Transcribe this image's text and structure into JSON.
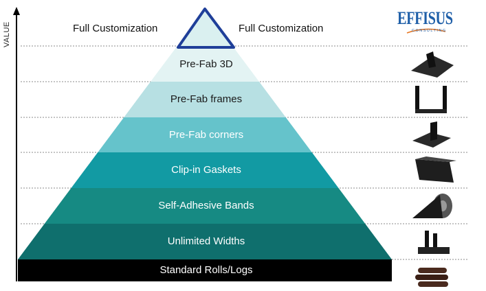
{
  "axis": {
    "label": "VALUE"
  },
  "header": {
    "left_label": "Full Customization",
    "right_label": "Full Customization"
  },
  "logo": {
    "main": "EFFISUS",
    "sub": "CONSULTING"
  },
  "tiers": [
    {
      "label": "Pre-Fab 3D",
      "color": "#e3f3f3",
      "text_color": "#1a1a1a",
      "thumb": "3d-corner-icon"
    },
    {
      "label": "Pre-Fab frames",
      "color": "#b7e0e3",
      "text_color": "#1a1a1a",
      "thumb": "frame-icon"
    },
    {
      "label": "Pre-Fab corners",
      "color": "#65c3cb",
      "text_color": "#ffffff",
      "thumb": "corner-icon"
    },
    {
      "label": "Clip-in Gaskets",
      "color": "#129aa3",
      "text_color": "#ffffff",
      "thumb": "gasket-icon"
    },
    {
      "label": "Self-Adhesive Bands",
      "color": "#168a83",
      "text_color": "#ffffff",
      "thumb": "band-roll-icon"
    },
    {
      "label": "Unlimited Widths",
      "color": "#0f6f6d",
      "text_color": "#ffffff",
      "thumb": "width-rolls-icon"
    },
    {
      "label": "Standard Rolls/Logs",
      "color": "#000000",
      "text_color": "#ffffff",
      "thumb": "logs-icon"
    }
  ]
}
